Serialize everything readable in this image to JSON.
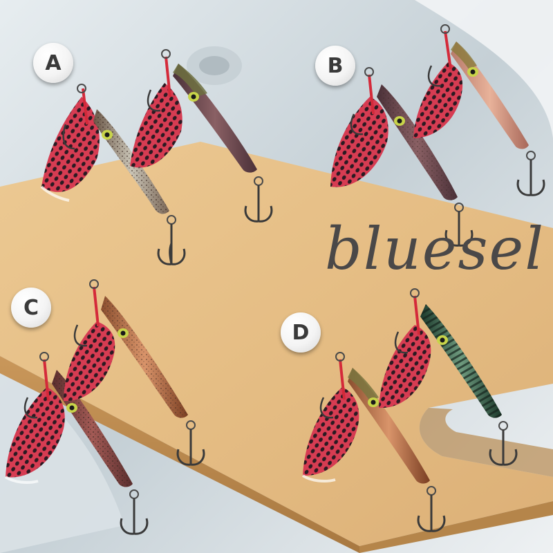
{
  "badges": {
    "a": "A",
    "b": "B",
    "c": "C",
    "d": "D"
  },
  "brand": {
    "name": "bluesel"
  },
  "colors": {
    "board": "#e8c48e",
    "board_edge": "#c99a5c",
    "feather_red": "#c8374a",
    "feather_dark": "#2a1a22",
    "hook": "#3a3a3a",
    "brand_text": "#4a4848"
  },
  "lures": [
    {
      "group": "A",
      "pattern": "speckled-brown"
    },
    {
      "group": "A",
      "pattern": "brown-purple"
    },
    {
      "group": "B",
      "pattern": "brown-purple"
    },
    {
      "group": "B",
      "pattern": "pink-gold"
    },
    {
      "group": "C",
      "pattern": "speckled-red"
    },
    {
      "group": "C",
      "pattern": "copper-glitter"
    },
    {
      "group": "D",
      "pattern": "copper"
    },
    {
      "group": "D",
      "pattern": "green-striped"
    }
  ]
}
